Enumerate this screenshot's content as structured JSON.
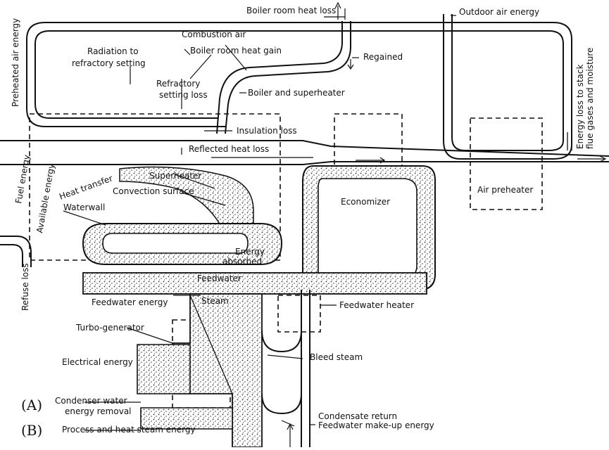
{
  "labels": {
    "boiler_room_heat_loss": "Boiler room heat loss",
    "outdoor_air_energy": "Outdoor air energy",
    "combustion_air": "Combustion air",
    "preheated_air_energy": "Preheated air energy",
    "radiation_to": "Radiation to",
    "refractory_setting": "refractory setting",
    "boiler_room_heat_gain": "Boiler room heat gain",
    "regained": "Regained",
    "refractory": "Refractory",
    "setting_loss": "setting loss",
    "boiler_and_superheater": "Boiler and superheater",
    "insulation_loss": "Insulation loss",
    "reflected_heat_loss": "Reflected heat loss",
    "energy_loss_to_stack_1": "Energy loss to stack",
    "energy_loss_to_stack_2": "flue gases and moisture",
    "fuel_energy": "Fuel energy",
    "available_energy": "Available energy",
    "heat_transfer": "Heat transfer",
    "superheater": "Superheater",
    "convection_surface": "Convection surface",
    "waterwall": "Waterwall",
    "economizer": "Economizer",
    "air_preheater": "Air preheater",
    "energy": "Energy",
    "absorbed": "absorbed",
    "feedwater": "Feedwater",
    "refuse_loss": "Refuse loss",
    "feedwater_energy": "Feedwater energy",
    "steam": "Steam",
    "feedwater_heater": "Feedwater heater",
    "turbo_generator": "Turbo-generator",
    "electrical_energy": "Electrical energy",
    "bleed_steam": "Bleed steam",
    "marker_a": "(A)",
    "condenser_water_1": "Condenser water",
    "condenser_water_2": "energy removal",
    "condensate_return": "Condensate return",
    "marker_b": "(B)",
    "process_and_heat_steam_energy": "Process and heat steam energy",
    "feedwater_makeup_energy": "Feedwater make-up energy"
  }
}
